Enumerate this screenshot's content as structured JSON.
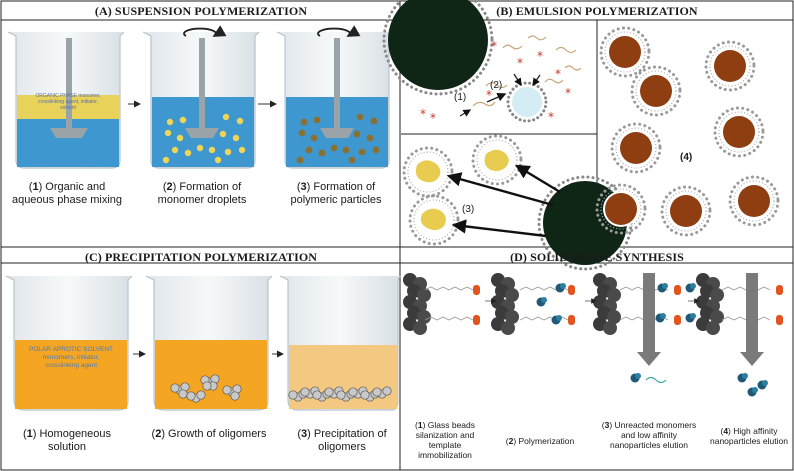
{
  "panels": {
    "a": {
      "title": "(A) SUSPENSION POLYMERIZATION",
      "organic_label": "ORGANIC PHASE monomer, crosslinking agent, initiator, solvent",
      "steps": [
        {
          "num": "1",
          "text": "Organic and aqueous phase mixing"
        },
        {
          "num": "2",
          "text": "Formation of monomer droplets"
        },
        {
          "num": "3",
          "text": "Formation of polymeric particles"
        }
      ]
    },
    "b": {
      "title": "(B) EMULSION POLYMERIZATION",
      "labels": [
        "(1)",
        "(2)",
        "(3)",
        "(4)"
      ]
    },
    "c": {
      "title": "(C) PRECIPITATION POLYMERIZATION",
      "solvent_label": "POLAR APROTIC SOLVENT monomers, initiator, crosslinking agent",
      "steps": [
        {
          "num": "1",
          "text": "Homogeneous solution"
        },
        {
          "num": "2",
          "text": "Growth of oligomers"
        },
        {
          "num": "3",
          "text": "Precipitation of oligomers"
        }
      ]
    },
    "d": {
      "title": "(D) SOLID-PHASE SYNTHESIS",
      "steps": [
        {
          "num": "1",
          "text": "Glass beads silanization and template immobilization"
        },
        {
          "num": "2",
          "text": "Polymerization"
        },
        {
          "num": "3",
          "text": "Unreacted monomers and low affinity nanoparticles elution"
        },
        {
          "num": "4",
          "text": "High affinity nanoparticles elution"
        }
      ]
    }
  },
  "colors": {
    "water_blue": "#3f97cf",
    "organic_yellow": "#e8d25a",
    "droplet_yellow": "#f0d455",
    "particle_brown": "#8a7030",
    "solvent_orange": "#f4a623",
    "solvent_pale": "#f3c880",
    "core_brown": "#8e3e10",
    "bead_dark": "#0f2616",
    "template_orange": "#e2541f",
    "nanoparticle_teal": "#1e5a78",
    "arrow_grey": "#7a7a7a"
  }
}
